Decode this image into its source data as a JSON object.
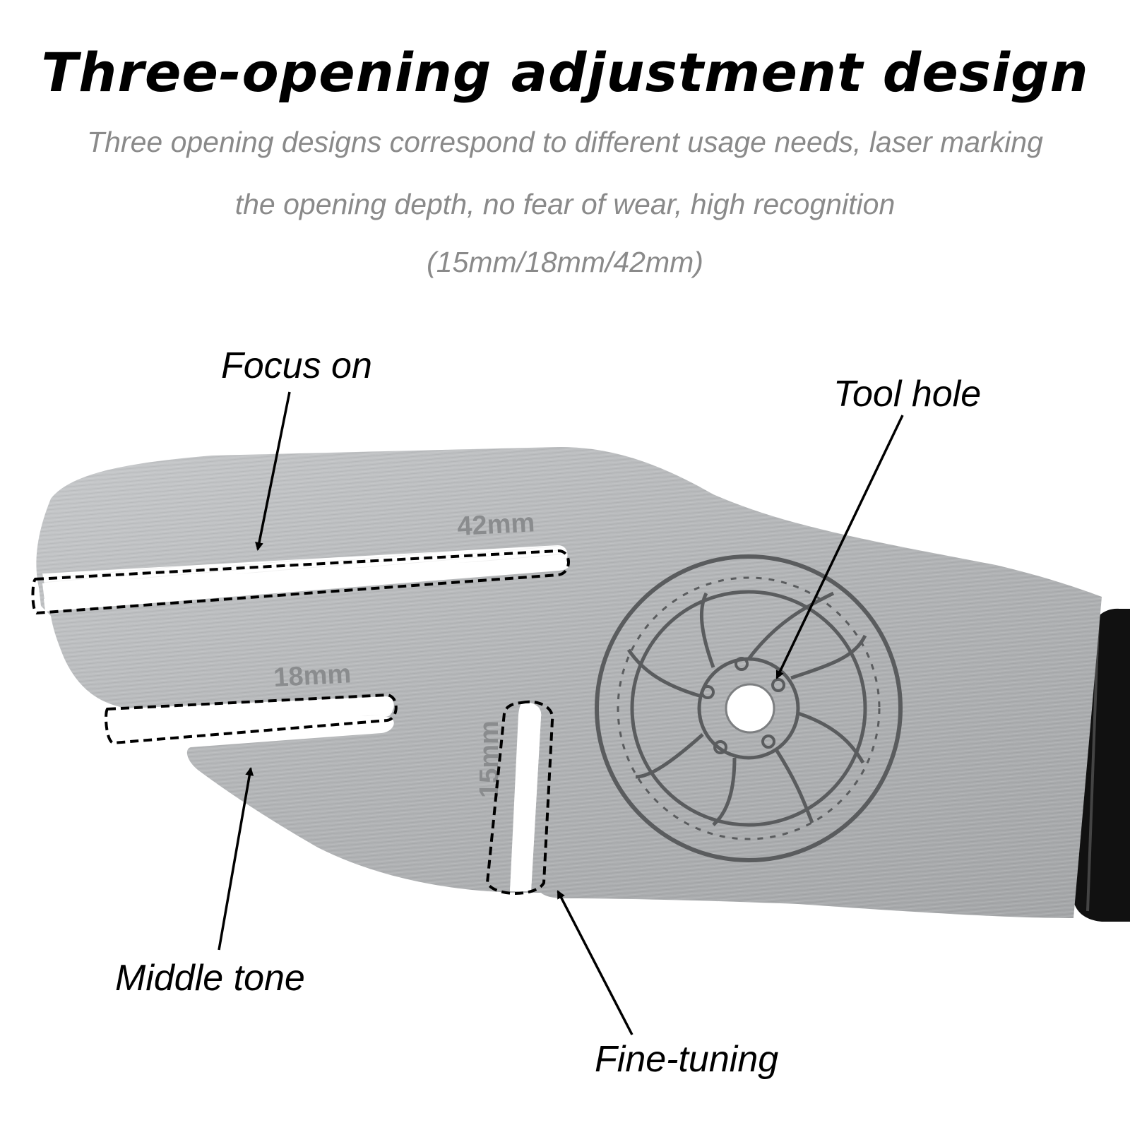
{
  "header": {
    "title": "Three-opening adjustment design",
    "subtitle_line1": "Three opening designs correspond to different usage needs, laser marking",
    "subtitle_line2": "the opening depth, no fear of wear, high recognition",
    "subtitle_line3": "(15mm/18mm/42mm)"
  },
  "labels": {
    "focus_on": "Focus on",
    "tool_hole": "Tool hole",
    "middle_tone": "Middle tone",
    "fine_tuning": "Fine-tuning"
  },
  "engravings": {
    "slot_42": "42mm",
    "slot_18": "18mm",
    "slot_15": "15mm"
  },
  "colors": {
    "steel": "#b4b6b8",
    "handle": "#111111",
    "text": "#000000",
    "subtitle": "#8a8a8a"
  }
}
